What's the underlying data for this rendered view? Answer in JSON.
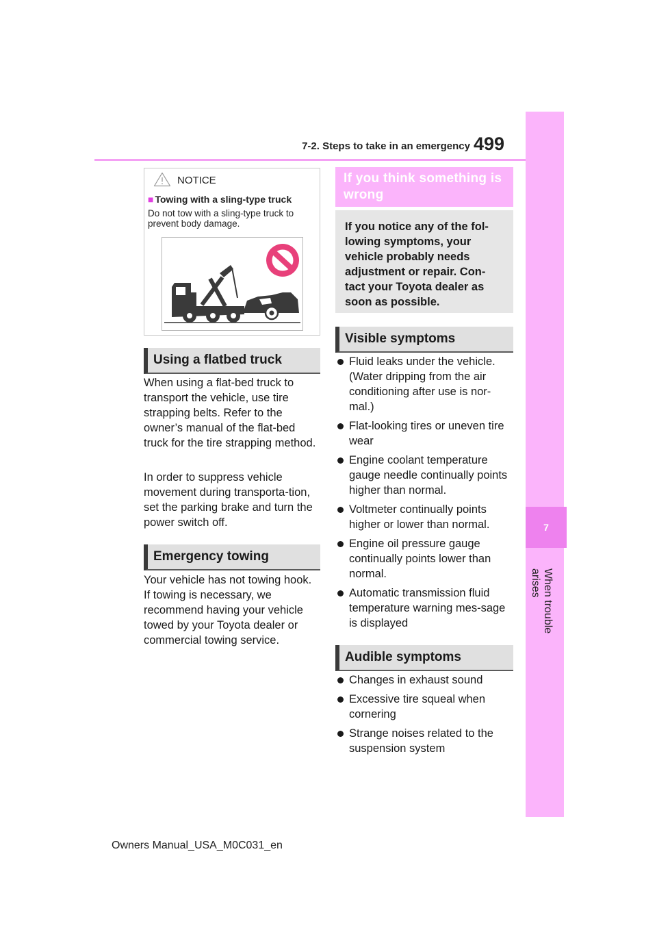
{
  "header": {
    "section": "7-2. Steps to take in an emergency",
    "page_number": "499"
  },
  "side_tab": {
    "chapter_number": "7",
    "chapter_label": "When trouble arises"
  },
  "notice": {
    "label": "NOTICE",
    "title": "Towing with a sling-type truck",
    "title_marker": "■",
    "body": "Do not tow with a sling-type truck to prevent body damage.",
    "illustration_icons": [
      "warning-triangle-icon",
      "prohibited-icon",
      "tow-truck-icon",
      "car-icon"
    ]
  },
  "left_column": {
    "flatbed_heading": "Using a flatbed truck",
    "flatbed_p1": "When using a flat-bed truck to transport the vehicle, use tire strapping belts. Refer to the owner’s manual of the flat-bed truck for the tire strapping method.",
    "flatbed_p2": "In order to suppress vehicle movement during transporta-tion, set the parking brake and turn the power switch off.",
    "emergency_heading": "Emergency towing",
    "emergency_p1": "Your vehicle has not towing hook. If towing is necessary, we recommend having your vehicle towed by your Toyota dealer or commercial towing service."
  },
  "right_column": {
    "main_heading": "If you think something is wrong",
    "intro": "If you notice any of the fol-lowing symptoms, your vehicle probably needs adjustment or repair. Con-tact your Toyota dealer as soon as possible.",
    "visible_heading": "Visible symptoms",
    "visible_items": [
      "Fluid leaks under the vehicle. (Water dripping from the air conditioning after use is nor-mal.)",
      "Flat-looking tires or uneven tire wear",
      "Engine coolant temperature gauge needle continually points higher than normal.",
      "Voltmeter continually points higher or lower than normal.",
      "Engine oil pressure gauge continually points lower than normal.",
      "Automatic transmission fluid temperature warning mes-sage is displayed"
    ],
    "audible_heading": "Audible symptoms",
    "audible_items": [
      "Changes in exhaust sound",
      "Excessive tire squeal when cornering",
      "Strange noises related to the suspension system"
    ]
  },
  "footer": {
    "text": "Owners Manual_USA_M0C031_en"
  },
  "colors": {
    "pink_accent": "#fbb4fb",
    "pink_dark": "#ee82ee",
    "prohibit_red": "#e8407a",
    "heading_gray": "#e0e0e0"
  }
}
